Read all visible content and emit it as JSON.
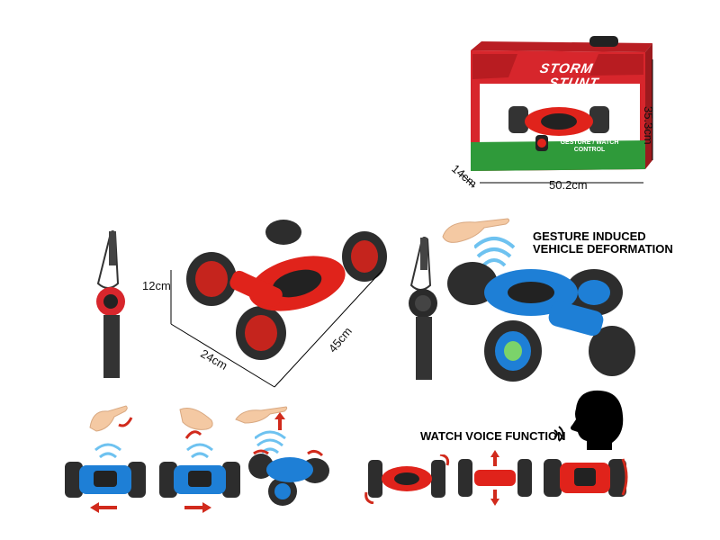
{
  "box": {
    "title_line1": "STORM",
    "title_line2": "STUNT",
    "badge_text": "GESTURE / WATCH CONTROL",
    "dimensions": {
      "height": "35.3cm",
      "width": "50.2cm",
      "depth": "14cm"
    },
    "colors": {
      "box_red": "#d7262c",
      "box_green": "#2f9a3a",
      "box_white": "#ffffff"
    }
  },
  "product_dimensions": {
    "height": "12cm",
    "width": "24cm",
    "length": "45cm"
  },
  "gesture_label": {
    "line1": "GESTURE INDUCED",
    "line2": "VEHICLE DEFORMATION"
  },
  "voice_label": "WATCH VOICE FUNCTION",
  "colors": {
    "car_red": "#e0231b",
    "car_blue": "#1e7fd6",
    "car_dark": "#2d2d2d",
    "signal_blue": "#6ec2f0",
    "arrow_red": "#d12a1c",
    "hand_skin": "#f4c9a3",
    "watch_black": "#222222"
  },
  "icons": [
    "hand-icon",
    "signal-waves-icon",
    "arrow-left-icon",
    "arrow-right-icon",
    "arrow-up-icon",
    "speaker-icon",
    "head-silhouette-icon",
    "watch-icon"
  ]
}
